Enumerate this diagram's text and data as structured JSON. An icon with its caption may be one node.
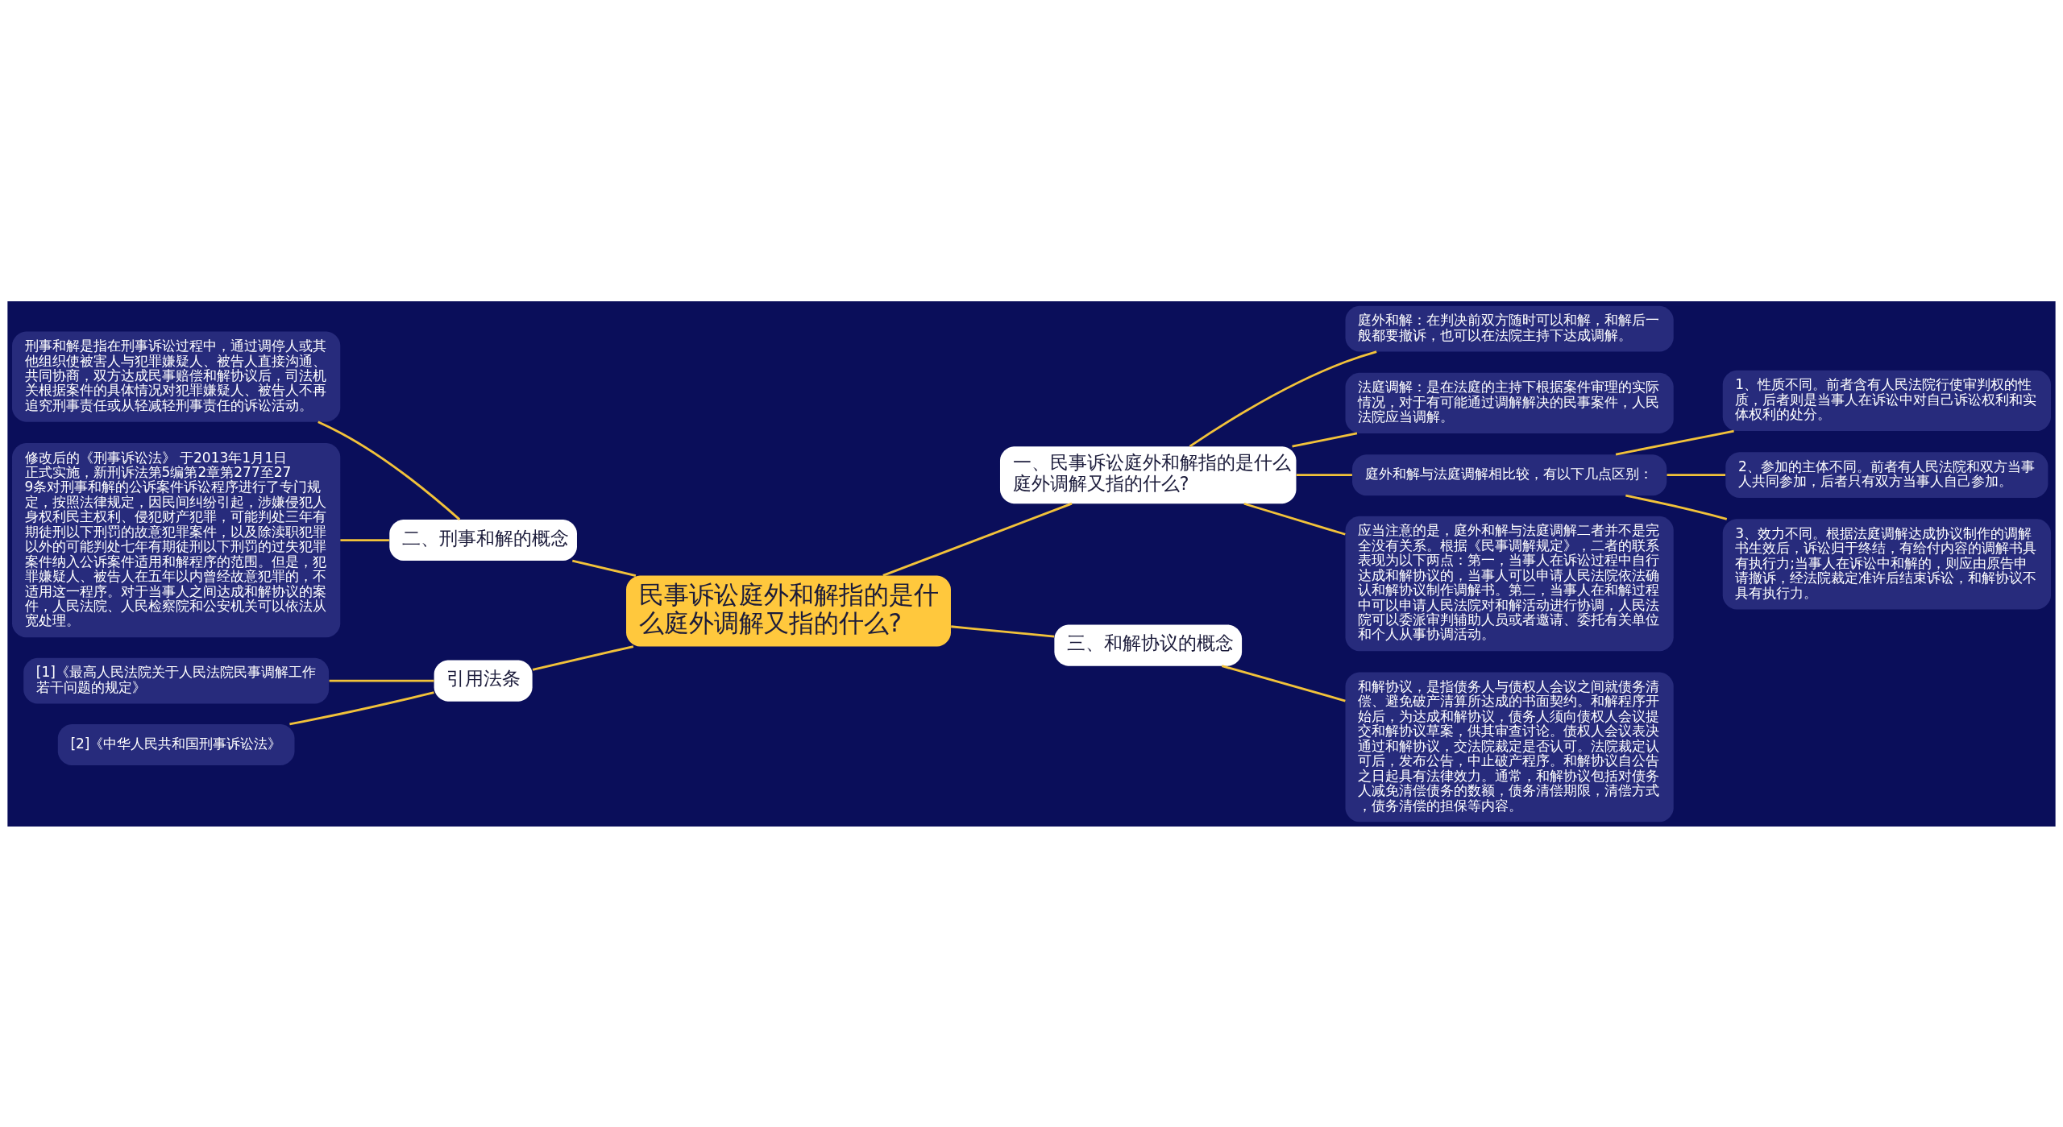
{
  "diagram": {
    "nodes": [
      {
        "text": [
          "民事诉讼庭外和解指的是什么庭外调解又指的什么?"
        ]
      },
      {
        "text": [
          "一、民事诉讼庭外和解指的是什么庭外调解又指的什么?"
        ]
      },
      {
        "text": [
          "庭外和解：在判决前双方随时可以和解，和解后一般都要撤诉，也可以在法院主持下达成调解。"
        ]
      },
      {
        "text": [
          "法庭调解：是在法庭的主持下根据案件审理的实际情况，对于有可能通过调解解决的民事案件，人民法院应当调解。"
        ]
      },
      {
        "text": [
          "庭外和解与法庭调解相比较，有以下几点区别："
        ]
      },
      {
        "text": [
          "1、性质不同。前者含有人民法院行使审判权的性质，后者则是当事人在诉讼中对自己诉讼权利和实体权利的处分。"
        ]
      },
      {
        "text": [
          "2、参加的主体不同。前者有人民法院和双方当事人共同参加，后者只有双方当事人自己参加。"
        ]
      },
      {
        "text": [
          "3、效力不同。根据法庭调解达成协议制作的调解书生效后，诉讼归于终结，有给付内容的调解书具有执行力;当事人在诉讼中和解的，则应由原告申请撤诉，经法院裁定准许后结束诉讼，和解协议不具有执行力。"
        ]
      },
      {
        "text": [
          "应当注意的是，庭外和解与法庭调解二者并不是完全没有关系。根据《民事调解规定》，二者的联系表现为以下两点：第一，当事人在诉讼过程中自行达成和解协议的，当事人可以申请人民法院依法确认和解协议制作调解书。第二，当事人在和解过程中可以申请人民法院对和解活动进行协调，人民法院可以委派审判辅助人员或者邀请、委托有关单位和个人从事协调活动。"
        ]
      },
      {
        "text": [
          "三、和解协议的概念"
        ]
      },
      {
        "text": [
          "和解协议，是指债务人与债权人会议之间就债务清偿、避免破产清算所达成的书面契约。和解程序开始后，为达成和解协议，债务人须向债权人会议提交和解协议草案，供其审查讨论。债权人会议表决通过和解协议，交法院裁定是否认可。法院裁定认可后，发布公告，中止破产程序。和解协议自公告之日起具有法律效力。通常，和解协议包括对债务人减免清偿债务的数额，债务清偿期限，清偿方式，债务清偿的担保等内容。"
        ]
      },
      {
        "text": [
          "二、刑事和解的概念"
        ]
      },
      {
        "text": [
          "刑事和解是指在刑事诉讼过程中，通过调停人或其他组织使被害人与犯罪嫌疑人、被告人直接沟通、共同协商，双方达成民事赔偿和解协议后，司法机关根据案件的具体情况对犯罪嫌疑人、被告人不再追究刑事责任或从轻减轻刑事责任的诉讼活动。"
        ]
      },
      {
        "text": [
          "修改后的《刑事诉讼法》 于2013年1月1日正式实施，新刑诉法第5编第2章第277至279条对刑事和解的公诉案件诉讼程序进行了专门规定，按照法律规定，因民间纠纷引起，涉嫌侵犯人身权利民主权利、侵犯财产犯罪，可能判处三年有期徒刑以下刑罚的故意犯罪案件，以及除渎职犯罪以外的可能判处七年有期徒刑以下刑罚的过失犯罪案件纳入公诉案件适用和解程序的范围。但是，犯罪嫌疑人、被告人在五年以内曾经故意犯罪的，不适用这一程序。对于当事人之间达成和解协议的案件，人民法院、人民检察院和公安机关可以依法从宽处理。"
        ]
      },
      {
        "text": [
          "引用法条"
        ]
      },
      {
        "text": [
          "[1]《最高人民法院关于人民法院民事调解工作若干问题的规定》"
        ]
      },
      {
        "text": [
          "[2]《中华人民共和国刑事诉讼法》"
        ]
      }
    ],
    "edges": [
      {
        "from": 0,
        "to": 1,
        "arrow": "none"
      },
      {
        "from": 1,
        "to": 2,
        "arrow": "none"
      },
      {
        "from": 1,
        "to": 3,
        "arrow": "none"
      },
      {
        "from": 1,
        "to": 4,
        "arrow": "none"
      },
      {
        "from": 4,
        "to": 5,
        "arrow": "none"
      },
      {
        "from": 4,
        "to": 6,
        "arrow": "none"
      },
      {
        "from": 4,
        "to": 7,
        "arrow": "none"
      },
      {
        "from": 1,
        "to": 8,
        "arrow": "none"
      },
      {
        "from": 0,
        "to": 9,
        "arrow": "none"
      },
      {
        "from": 9,
        "to": 10,
        "arrow": "none"
      },
      {
        "from": 11,
        "to": 0,
        "arrow": "none"
      },
      {
        "from": 12,
        "to": 11,
        "arrow": "none"
      },
      {
        "from": 13,
        "to": 11,
        "arrow": "none"
      },
      {
        "from": 14,
        "to": 0,
        "arrow": "none"
      },
      {
        "from": 15,
        "to": 14,
        "arrow": "none"
      },
      {
        "from": 16,
        "to": 14,
        "arrow": "none"
      }
    ]
  }
}
